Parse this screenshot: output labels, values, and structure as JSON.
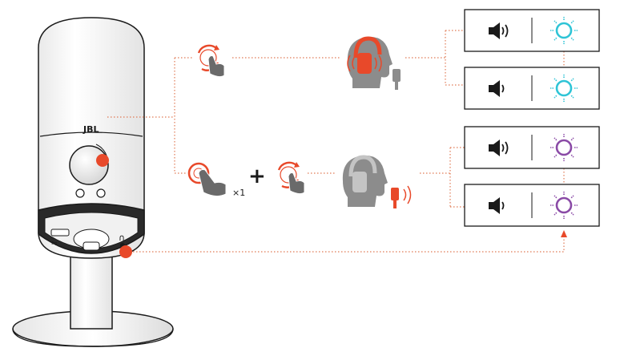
{
  "microphone": {
    "brand": "JBL"
  },
  "gesture": {
    "tap_count": "×1",
    "plus": "+"
  },
  "colors": {
    "accent": "#e8492a",
    "connector": "#e07a55",
    "outline": "#1a1a1a",
    "cyan_light": "#2ec4d6",
    "purple_light": "#8a4aa6",
    "headphone_grey": "#b9b9b9",
    "head_grey": "#8c8c8c"
  },
  "icons": {
    "rotate_knob": "rotate-gesture-icon",
    "tap_knob": "tap-gesture-icon",
    "headphones_user": "headphone-monitoring-icon",
    "mic_user": "mic-gain-icon",
    "volume": "speaker-volume-icon",
    "status_light": "status-light-icon"
  },
  "panels": [
    {
      "volume": "high",
      "light_color": "cyan"
    },
    {
      "volume": "low",
      "light_color": "cyan"
    },
    {
      "volume": "high",
      "light_color": "purple"
    },
    {
      "volume": "low",
      "light_color": "purple"
    }
  ]
}
